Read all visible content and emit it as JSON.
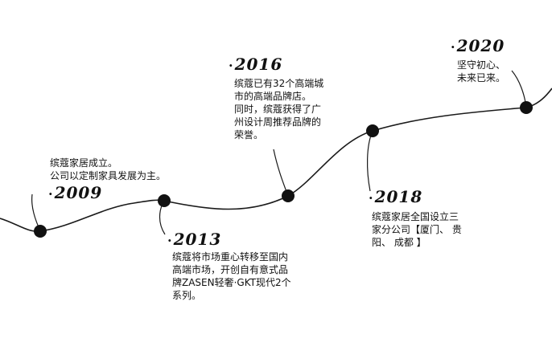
{
  "timeline": {
    "milestones": [
      {
        "year": "2009",
        "lines": [
          "缤蔻家居成立。",
          "公司以定制家具发展为主。"
        ]
      },
      {
        "year": "2013",
        "lines": [
          "缤蔻将市场重心转移至国内",
          "高端市场，开创自有意式品",
          "牌ZASEN轻奢·GKT现代2个",
          "系列。"
        ]
      },
      {
        "year": "2016",
        "lines": [
          "缤蔻已有32个高端城",
          "市的高端品牌店。",
          "同时，缤蔻获得了广",
          "州设计周推荐品牌的",
          "荣誉。"
        ]
      },
      {
        "year": "2018",
        "lines": [
          "缤蔻家居全国设立三",
          "家分公司【厦门、 贵",
          "阳、 成都 】"
        ]
      },
      {
        "year": "2020",
        "lines": [
          "坚守初心、",
          "未来已来。"
        ]
      }
    ],
    "year_prefix": "·"
  }
}
